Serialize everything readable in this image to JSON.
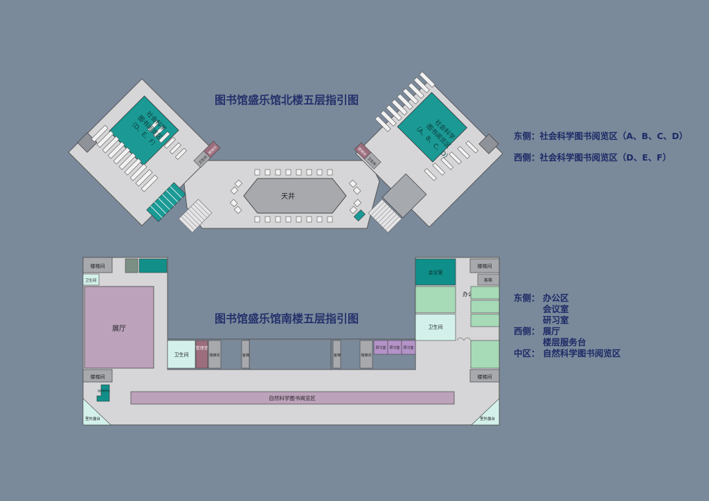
{
  "north": {
    "title": "图书馆盛乐馆北楼五层指引图",
    "west_zone_label": [
      "社会科学",
      "图书阅览区",
      "（D、E、F）"
    ],
    "east_zone_label": [
      "社会科学",
      "图书阅览区",
      "（A、B、C、D）"
    ],
    "atrium": "天井",
    "small_rooms": [
      "卫生间",
      "楼梯间",
      "楼梯间",
      "卫生间"
    ]
  },
  "south": {
    "title": "图书馆盛乐馆南楼五层指引图",
    "stair": "楼梯间",
    "restroom": "卫生间",
    "hall": "展厅",
    "manage": "管理室",
    "elevator": "客梯",
    "service_desk": "楼层服务台",
    "reading_area": "自然科学图书阅览区",
    "meeting": "会议室",
    "office_area": "办公区",
    "study": "研习室",
    "balcony": "室外露台"
  },
  "legend_north": {
    "east": "东侧：社会科学图书阅览区（A、B、C、D）",
    "west": "西侧：社会科学图书阅览区（D、E、F）"
  },
  "legend_south": [
    {
      "side": "东侧：",
      "value": "办公区"
    },
    {
      "side": "",
      "value": "会议室"
    },
    {
      "side": "",
      "value": "研习室"
    },
    {
      "side": "西侧：",
      "value": "展厅"
    },
    {
      "side": "",
      "value": "楼层服务台"
    },
    {
      "side": "中区：",
      "value": "自然科学图书阅览区"
    }
  ],
  "colors": {
    "background": "#7a8a9b",
    "floor": "#d6d6d8",
    "reading_zone": "#1b9a95",
    "hall": "#bca2bb",
    "manage": "#9c6e7d",
    "meeting": "#0f8f8a",
    "light_green": "#a7dab6",
    "mint": "#d3f1ea",
    "study": "#b493c8"
  }
}
